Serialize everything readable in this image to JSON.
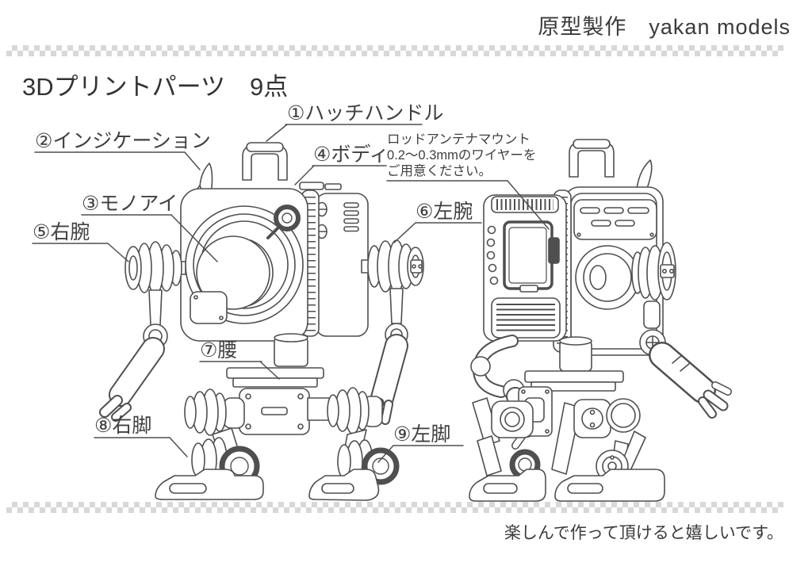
{
  "header": {
    "credit": "原型製作　yakan models"
  },
  "title": "3Dプリントパーツ　9点",
  "labels": {
    "hatch_handle": "①ハッチハンドル",
    "indication": "②インジケーション",
    "mono_eye": "③モノアイ",
    "body": "④ボディ",
    "right_arm": "⑤右腕",
    "left_arm": "⑥左腕",
    "waist": "⑦腰",
    "right_leg": "⑧右脚",
    "left_leg": "⑨左脚"
  },
  "note": {
    "line1": "ロッドアンテナマウント",
    "line2": "0.2〜0.3mmのワイヤーを",
    "line3": "ご用意ください。"
  },
  "footer": {
    "message": "楽しんで作って頂けると嬉しいです。"
  },
  "colors": {
    "line_art": "#4f4f4f",
    "text": "#3c3c3c",
    "checker": "#d8d8d8",
    "background": "#ffffff"
  }
}
